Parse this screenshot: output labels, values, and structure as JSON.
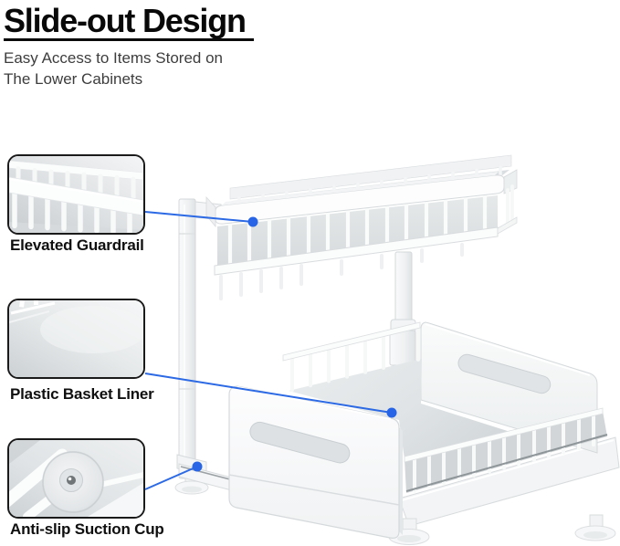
{
  "header": {
    "title": "Slide-out Design",
    "subtitle": [
      "Easy Access to Items Stored on",
      "The Lower Cabinets"
    ]
  },
  "callouts": [
    {
      "label": "Elevated Guardrail"
    },
    {
      "label": "Plastic Basket Liner"
    },
    {
      "label": "Anti-slip Suction Cup"
    }
  ],
  "colors": {
    "accent_blue": "#2c69e4",
    "dot_blue": "#2765e6",
    "title_text": "#0b0b0b",
    "body_text": "#3d3d3d",
    "callout_border": "#1a1a1a",
    "product_white": "#fdfdfe",
    "product_shadow": "#d6dadc"
  }
}
